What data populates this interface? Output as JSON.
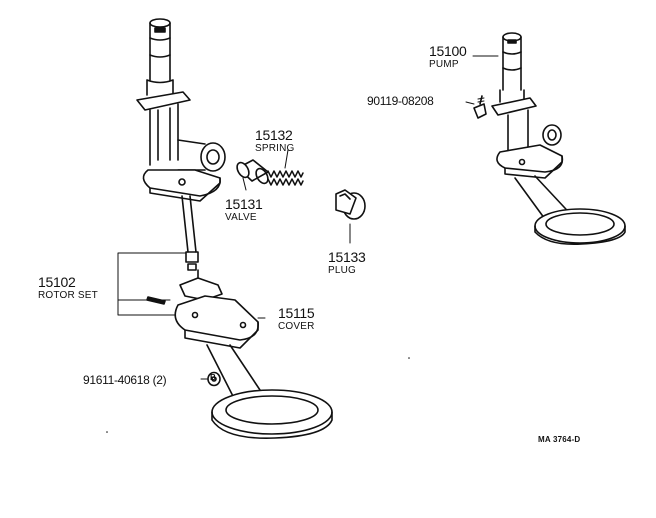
{
  "parts": {
    "pump": {
      "number": "15100",
      "name": "PUMP"
    },
    "bolt": {
      "number": "90119-08208"
    },
    "spring": {
      "number": "15132",
      "name": "SPRING"
    },
    "valve": {
      "number": "15131",
      "name": "VALVE"
    },
    "plug": {
      "number": "15133",
      "name": "PLUG"
    },
    "rotor_set": {
      "number": "15102",
      "name": "ROTOR SET"
    },
    "cover": {
      "number": "15115",
      "name": "COVER"
    },
    "washer": {
      "number": "91611-40618",
      "qty": "(2)",
      "symbol": "B"
    }
  },
  "drawing_code": "MA 3764-D"
}
